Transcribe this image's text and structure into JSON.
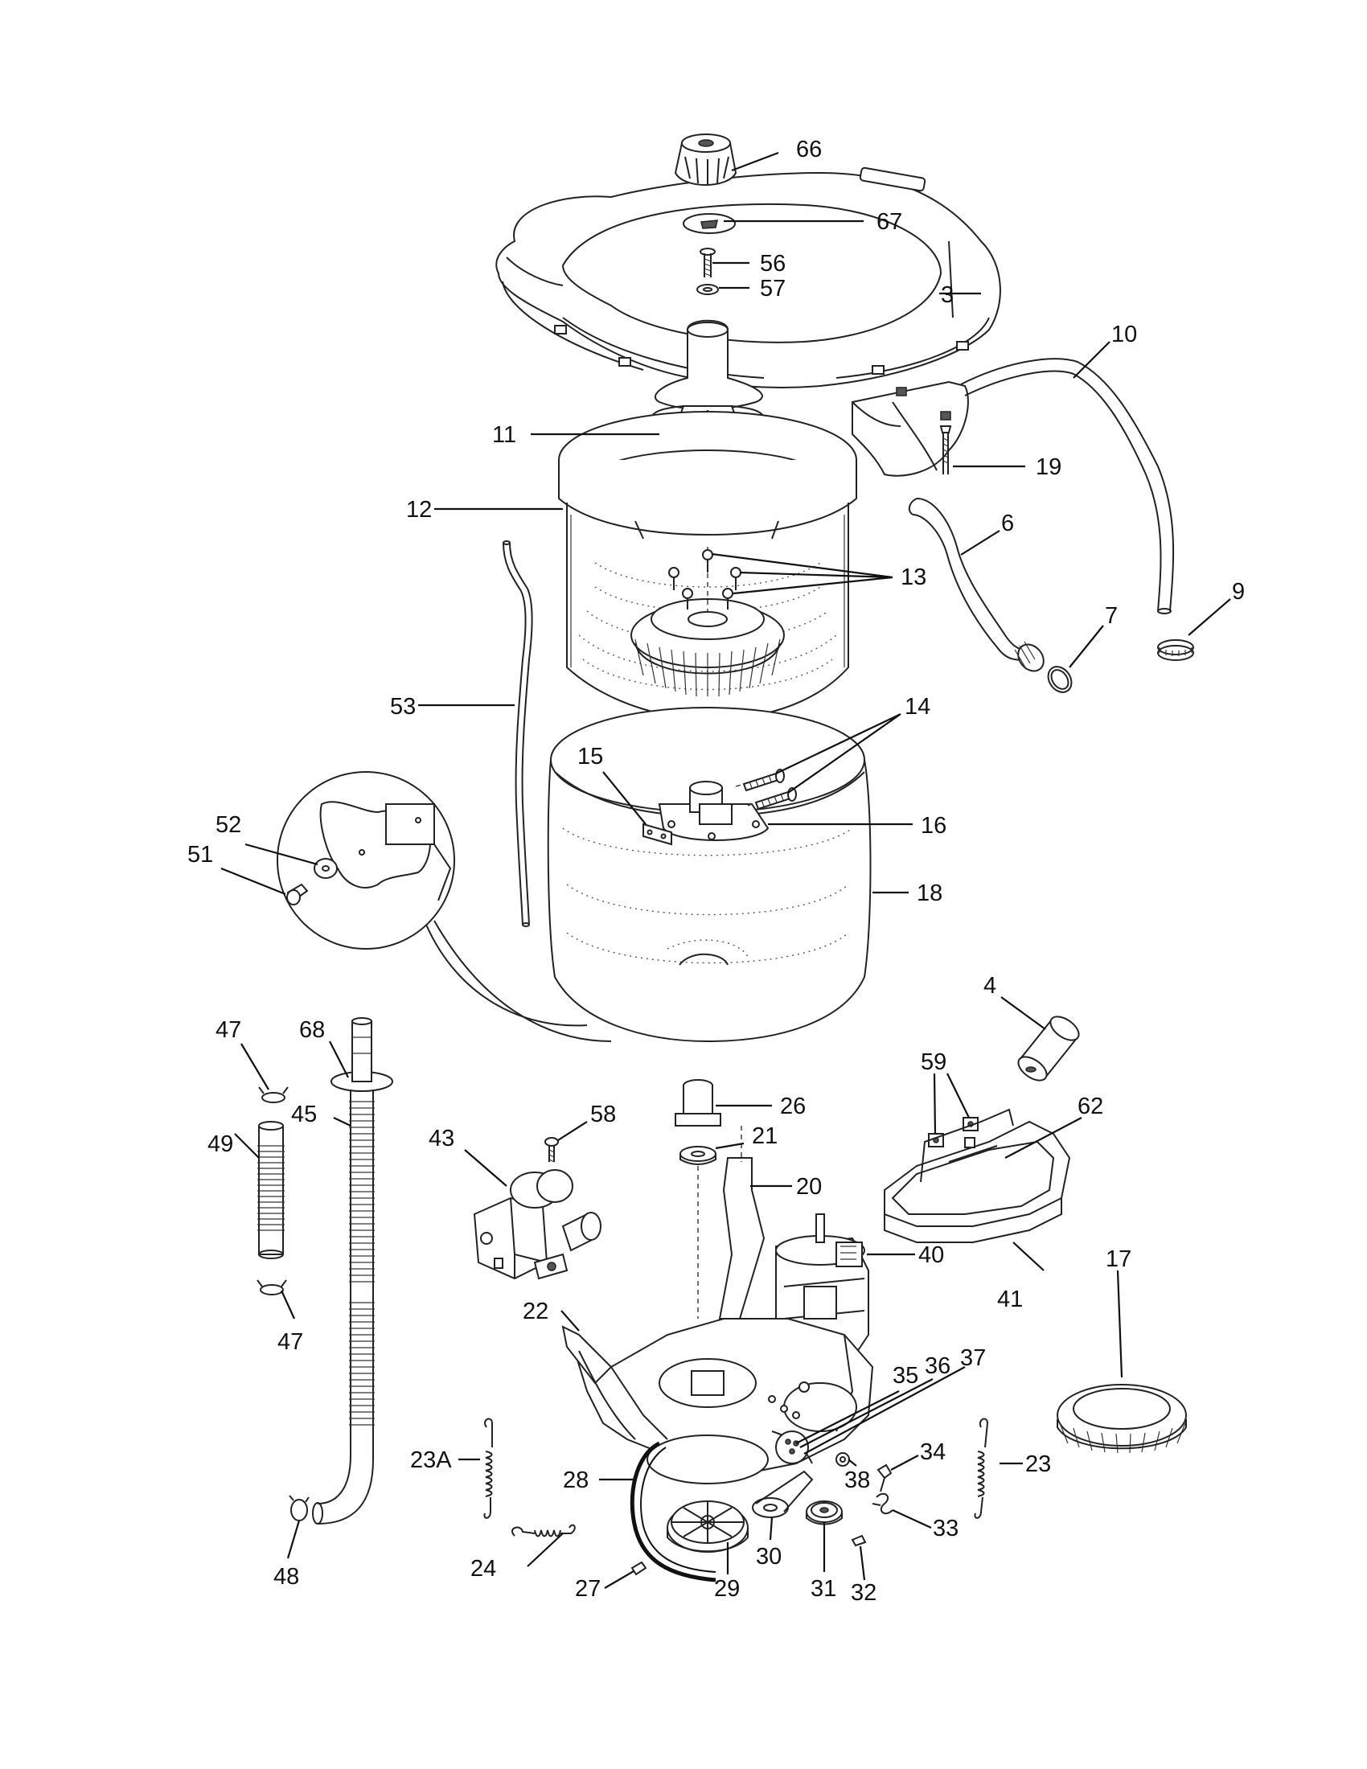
{
  "diagram": {
    "callouts": [
      {
        "id": "66",
        "text": "66"
      },
      {
        "id": "67",
        "text": "67"
      },
      {
        "id": "56",
        "text": "56"
      },
      {
        "id": "57",
        "text": "57"
      },
      {
        "id": "3",
        "text": "3"
      },
      {
        "id": "10",
        "text": "10"
      },
      {
        "id": "11",
        "text": "11"
      },
      {
        "id": "19",
        "text": "19"
      },
      {
        "id": "12",
        "text": "12"
      },
      {
        "id": "6",
        "text": "6"
      },
      {
        "id": "13",
        "text": "13"
      },
      {
        "id": "9",
        "text": "9"
      },
      {
        "id": "7",
        "text": "7"
      },
      {
        "id": "53",
        "text": "53"
      },
      {
        "id": "14",
        "text": "14"
      },
      {
        "id": "15",
        "text": "15"
      },
      {
        "id": "16",
        "text": "16"
      },
      {
        "id": "52",
        "text": "52"
      },
      {
        "id": "51",
        "text": "51"
      },
      {
        "id": "18",
        "text": "18"
      },
      {
        "id": "4",
        "text": "4"
      },
      {
        "id": "47a",
        "text": "47"
      },
      {
        "id": "68",
        "text": "68"
      },
      {
        "id": "26",
        "text": "26"
      },
      {
        "id": "59",
        "text": "59"
      },
      {
        "id": "62",
        "text": "62"
      },
      {
        "id": "58",
        "text": "58"
      },
      {
        "id": "45",
        "text": "45"
      },
      {
        "id": "49",
        "text": "49"
      },
      {
        "id": "43",
        "text": "43"
      },
      {
        "id": "21",
        "text": "21"
      },
      {
        "id": "20",
        "text": "20"
      },
      {
        "id": "40",
        "text": "40"
      },
      {
        "id": "41",
        "text": "41"
      },
      {
        "id": "17",
        "text": "17"
      },
      {
        "id": "47b",
        "text": "47"
      },
      {
        "id": "22",
        "text": "22"
      },
      {
        "id": "35",
        "text": "35"
      },
      {
        "id": "36",
        "text": "36"
      },
      {
        "id": "37",
        "text": "37"
      },
      {
        "id": "34",
        "text": "34"
      },
      {
        "id": "23A",
        "text": "23A"
      },
      {
        "id": "28",
        "text": "28"
      },
      {
        "id": "38",
        "text": "38"
      },
      {
        "id": "23",
        "text": "23"
      },
      {
        "id": "33",
        "text": "33"
      },
      {
        "id": "24",
        "text": "24"
      },
      {
        "id": "30",
        "text": "30"
      },
      {
        "id": "48",
        "text": "48"
      },
      {
        "id": "27",
        "text": "27"
      },
      {
        "id": "29",
        "text": "29"
      },
      {
        "id": "31",
        "text": "31"
      },
      {
        "id": "32",
        "text": "32"
      }
    ]
  }
}
